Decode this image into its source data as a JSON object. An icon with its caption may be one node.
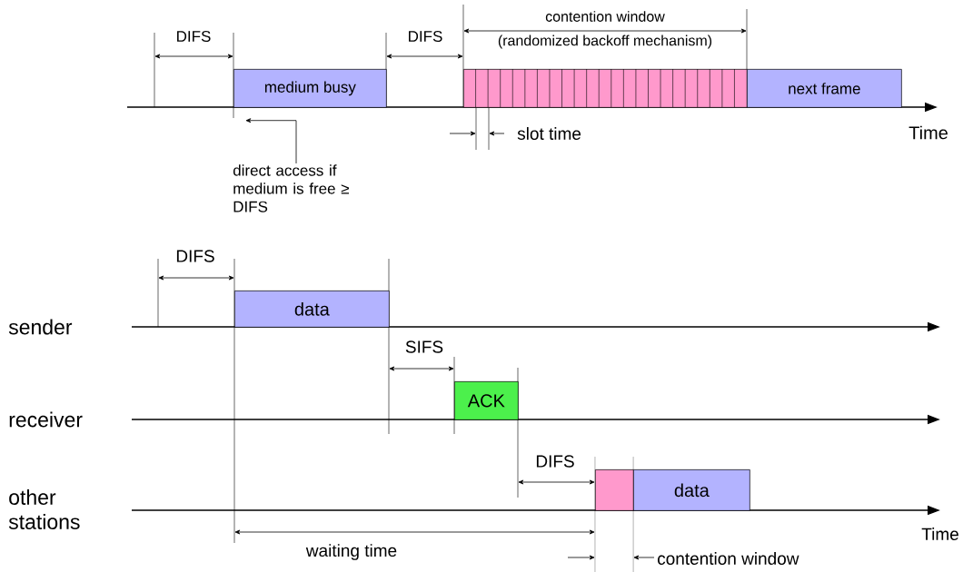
{
  "diagram": {
    "nodes": [
      {
        "text": [
          "medium busy"
        ]
      },
      {
        "text": [],
        "shape": "bar"
      },
      {
        "text": [
          "next frame"
        ]
      },
      {
        "text": [
          "direct access if medium is free ≥ DIFS"
        ]
      },
      {
        "text": [
          "data"
        ]
      },
      {
        "text": [
          "ACK"
        ]
      },
      {
        "text": [],
        "shape": "bar"
      },
      {
        "text": [
          "data"
        ]
      }
    ],
    "edges": [
      {
        "from": 3,
        "to": 0,
        "arrow": "to"
      }
    ],
    "labels": [
      "DIFS",
      "DIFS",
      "contention window",
      "(randomized backoff mechanism)",
      "slot time",
      "Time",
      "DIFS",
      "sender",
      "receiver",
      "other stations",
      "SIFS",
      "DIFS",
      "Time",
      "waiting time",
      "contention window"
    ]
  }
}
